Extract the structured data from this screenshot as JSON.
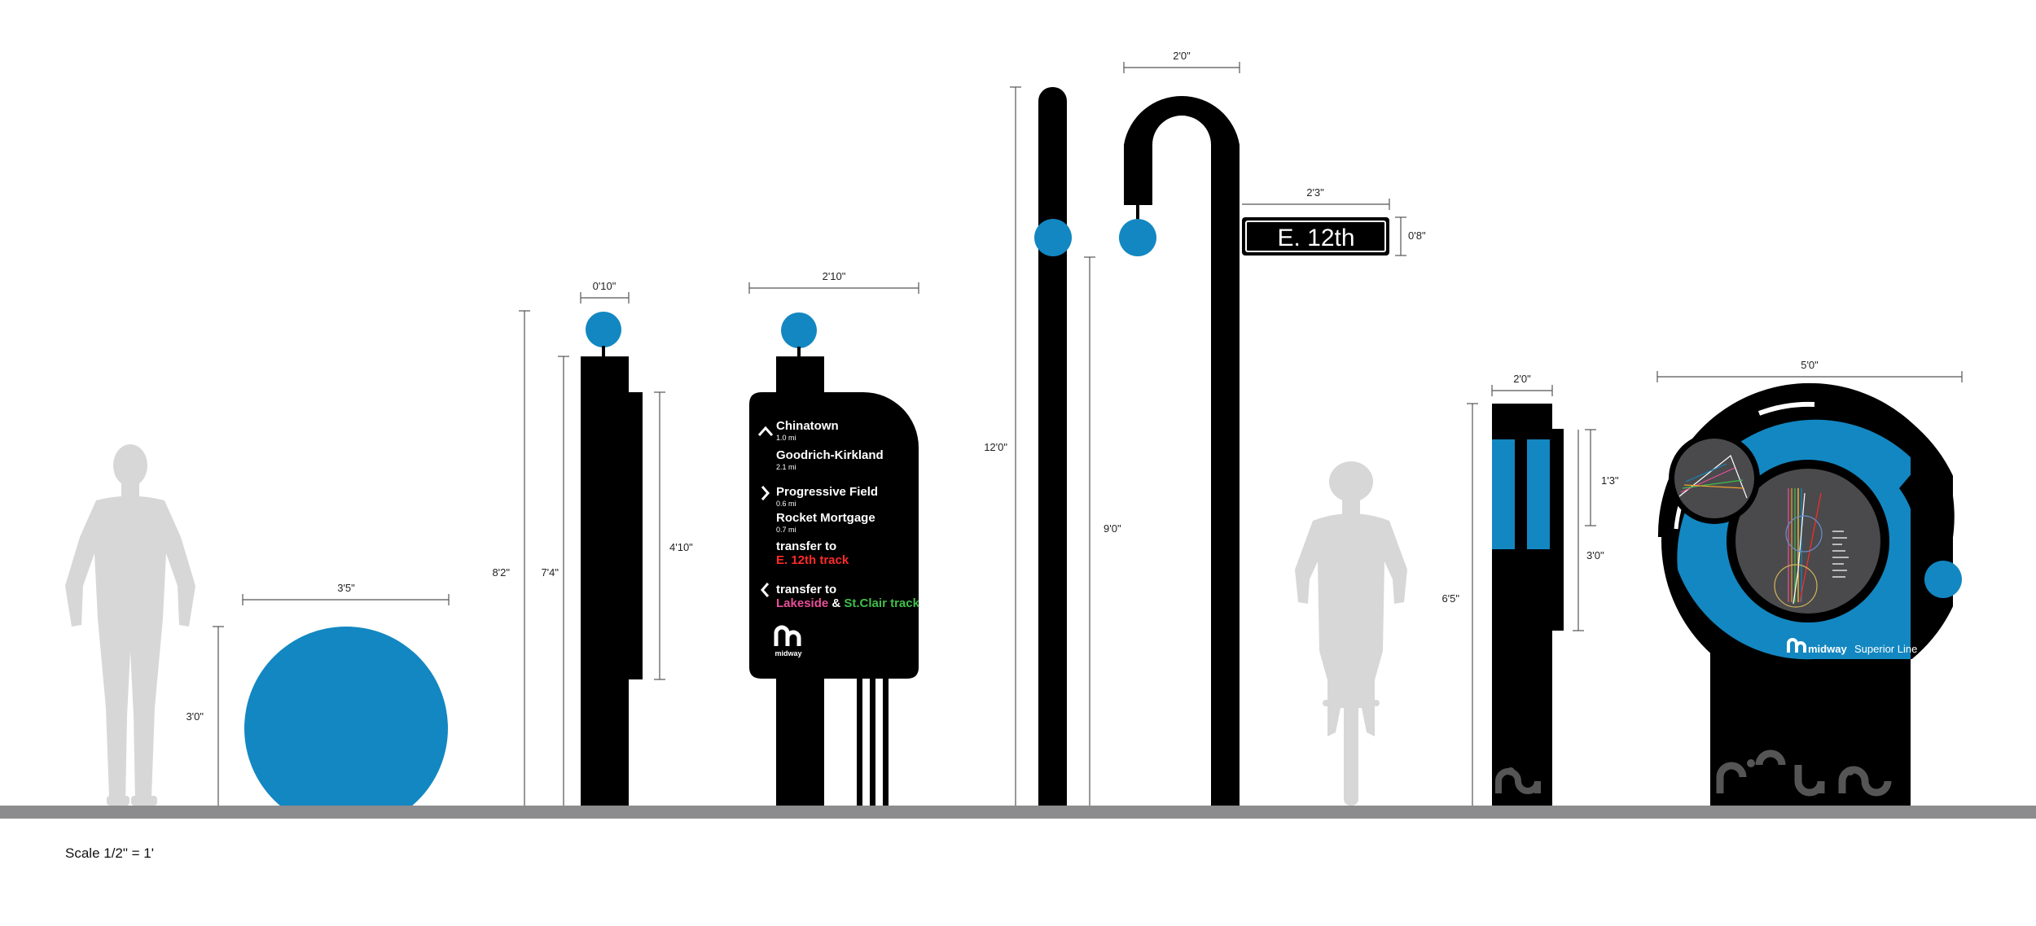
{
  "colors": {
    "accent": "#1387c1",
    "sign_black": "#000000",
    "silhouette": "#d7d7d7",
    "ground": "#8c8c8e",
    "red": "#ff2a2a",
    "pink": "#e94f9a",
    "green": "#3fbf4a"
  },
  "scale_note": "Scale 1/2\" = 1'",
  "dimensions": {
    "sphere_width": "3'5\"",
    "sphere_height": "3'0\"",
    "pylon_total_height": "8'2\"",
    "pylon_body_height": "7'4\"",
    "pylon_width": "0'10\"",
    "pylon_panel_height": "4'10\"",
    "wayfinding_width": "2'10\"",
    "pole_height": "12'0\"",
    "pole_clearance": "9'0\"",
    "hook_width": "2'0\"",
    "street_sign_width": "2'3\"",
    "street_sign_height": "0'8\"",
    "kiosk_height": "6'5\"",
    "kiosk_width": "2'0\"",
    "kiosk_panel_small": "1'3\"",
    "kiosk_panel_large": "3'0\"",
    "map_sign_width": "5'0\""
  },
  "wayfinding_sign": {
    "entries": [
      {
        "title": "Chinatown",
        "distance": "1.0 mi"
      },
      {
        "title": "Goodrich-Kirkland",
        "distance": "2.1 mi"
      },
      {
        "title": "Progressive Field",
        "distance": "0.6 mi"
      },
      {
        "title": "Rocket Mortgage",
        "distance": "0.7 mi"
      }
    ],
    "transfer_1_label": "transfer to",
    "transfer_1_line": "E. 12th track",
    "transfer_2_label": "transfer to",
    "transfer_2_line_a": "Lakeside",
    "transfer_2_amp": " & ",
    "transfer_2_line_b": "St.Clair track",
    "brand": "midway"
  },
  "street_sign": {
    "text": "E. 12th"
  },
  "map_sign": {
    "brand": "midway",
    "line_name": "Superior Line"
  },
  "icons": [
    "person-silhouette-icon",
    "cyclist-silhouette-icon",
    "chevron-up-icon",
    "chevron-right-icon",
    "chevron-left-icon",
    "midway-logo-icon"
  ]
}
